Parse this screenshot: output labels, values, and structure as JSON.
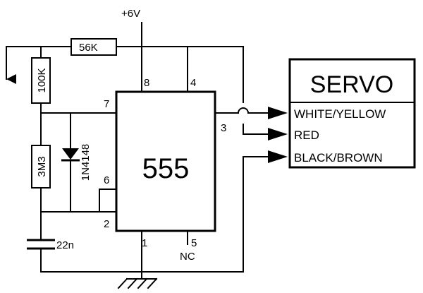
{
  "supply": {
    "label": "+6V"
  },
  "ic": {
    "label": "555"
  },
  "pins": {
    "p1": "1",
    "p2": "2",
    "p3": "3",
    "p4": "4",
    "p5": "5",
    "p6": "6",
    "p7": "7",
    "p8": "8"
  },
  "nc_label": "NC",
  "components": {
    "r1": "56K",
    "pot": "100K",
    "r2": "3M3",
    "diode": "1N4148",
    "cap": "22n"
  },
  "servo": {
    "title": "SERVO",
    "wires": [
      "WHITE/YELLOW",
      "RED",
      "BLACK/BROWN"
    ]
  }
}
